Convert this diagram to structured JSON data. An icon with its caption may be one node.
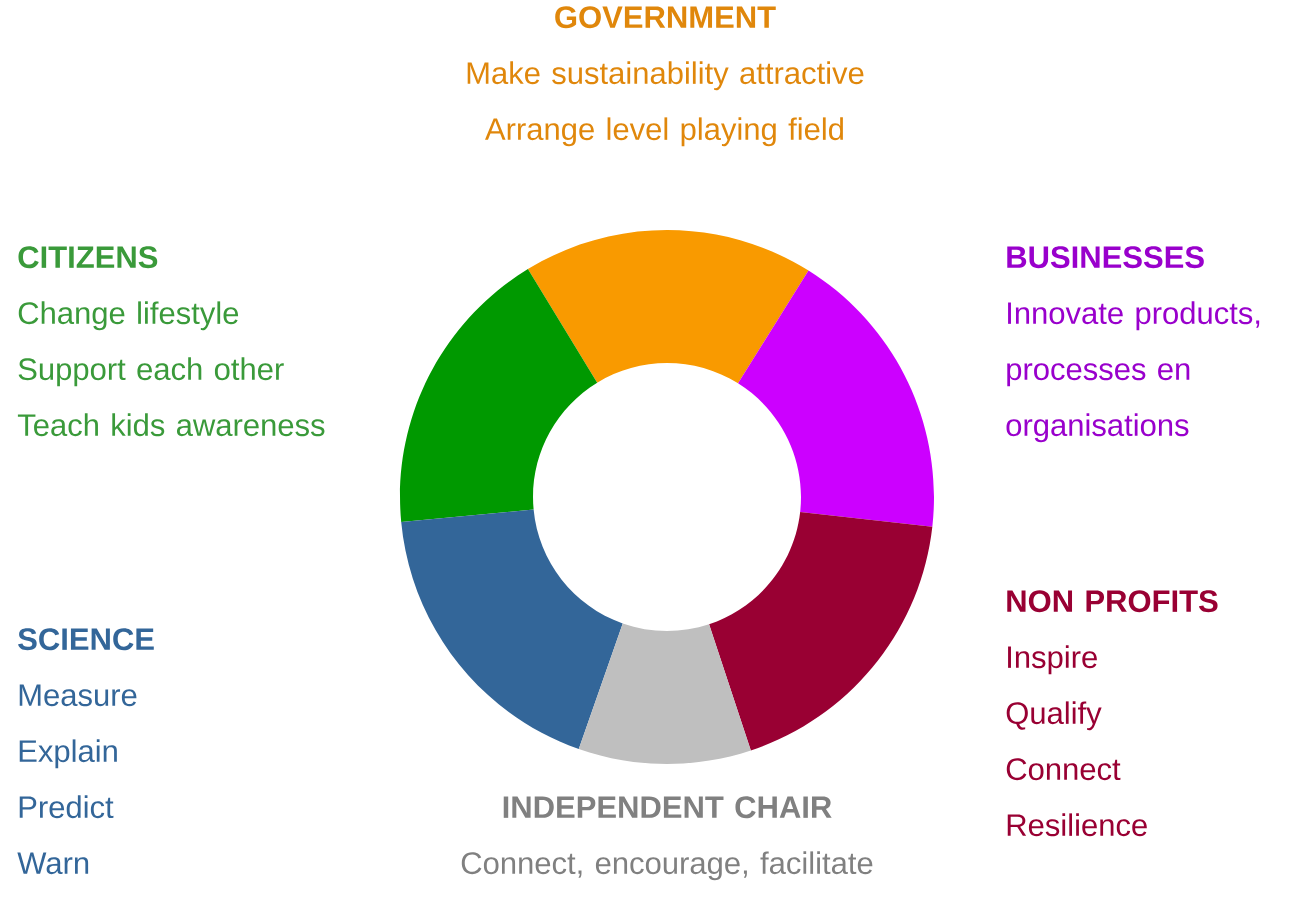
{
  "diagram": {
    "nodes": [
      {
        "text": [
          "GOVERNMENT",
          "Make sustainability attractive",
          "Arrange level playing field"
        ]
      },
      {
        "text": [
          "CITIZENS",
          "Change lifestyle",
          "Support each other",
          "Teach kids awareness"
        ]
      },
      {
        "text": [
          "BUSINESSES",
          "Innovate products, processes en organisations"
        ]
      },
      {
        "text": [
          "SCIENCE",
          "Measure",
          "Explain",
          "Predict",
          "Warn"
        ]
      },
      {
        "text": [
          "NON PROFITS",
          "Inspire",
          "Qualify",
          "Connect",
          "Resilience"
        ]
      },
      {
        "text": [
          "INDEPENDENT CHAIR",
          "Connect, encourage, facilitate"
        ]
      }
    ]
  }
}
